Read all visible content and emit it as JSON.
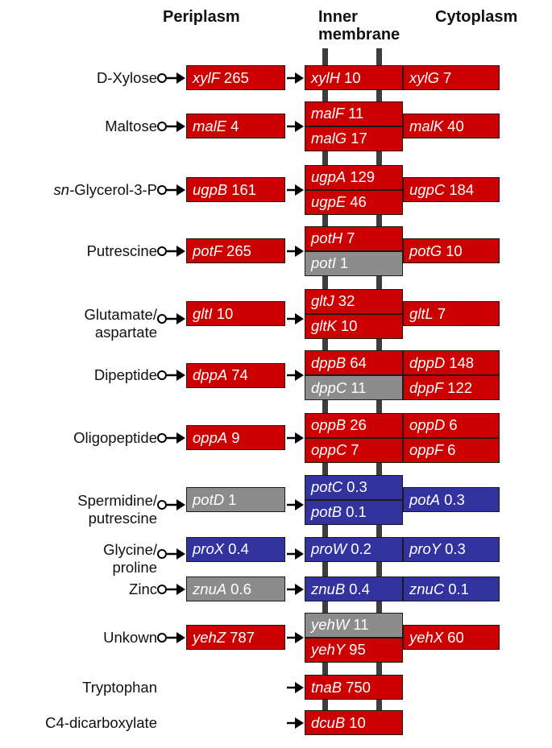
{
  "headers": {
    "periplasm": "Periplasm",
    "inner_line1": "Inner",
    "inner_line2": "membrane",
    "cytoplasm": "Cytoplasm"
  },
  "colors": {
    "red": "#cc0000",
    "blue": "#3333a0",
    "gray": "#8c8c8c"
  },
  "rows": [
    {
      "substrate": [
        "D-Xylose"
      ],
      "peri": [
        {
          "gene": "xylF",
          "value": "265",
          "color": "red"
        }
      ],
      "inner": [
        {
          "gene": "xylH",
          "value": "10",
          "color": "red"
        }
      ],
      "cyto": [
        {
          "gene": "xylG",
          "value": "7",
          "color": "red"
        }
      ]
    },
    {
      "substrate": [
        "Maltose"
      ],
      "peri": [
        {
          "gene": "malE",
          "value": "4",
          "color": "red"
        }
      ],
      "inner": [
        {
          "gene": "malF",
          "value": "11",
          "color": "red"
        },
        {
          "gene": "malG",
          "value": "17",
          "color": "red"
        }
      ],
      "cyto": [
        {
          "gene": "malK",
          "value": "40",
          "color": "red"
        }
      ]
    },
    {
      "substrate": [
        "Glycerol-3-P"
      ],
      "substrate_prefix": "sn-",
      "peri": [
        {
          "gene": "ugpB",
          "value": "161",
          "color": "red"
        }
      ],
      "inner": [
        {
          "gene": "ugpA",
          "value": "129",
          "color": "red"
        },
        {
          "gene": "ugpE",
          "value": "46",
          "color": "red"
        }
      ],
      "cyto": [
        {
          "gene": "ugpC",
          "value": "184",
          "color": "red"
        }
      ]
    },
    {
      "substrate": [
        "Putrescine"
      ],
      "peri": [
        {
          "gene": "potF",
          "value": "265",
          "color": "red"
        }
      ],
      "inner": [
        {
          "gene": "potH",
          "value": "7",
          "color": "red"
        },
        {
          "gene": "potI",
          "value": "1",
          "color": "gray"
        }
      ],
      "cyto": [
        {
          "gene": "potG",
          "value": "10",
          "color": "red"
        }
      ]
    },
    {
      "substrate": [
        "Glutamate/",
        "aspartate"
      ],
      "peri": [
        {
          "gene": "gltI",
          "value": "10",
          "color": "red"
        }
      ],
      "inner": [
        {
          "gene": "gltJ",
          "value": "32",
          "color": "red"
        },
        {
          "gene": "gltK",
          "value": "10",
          "color": "red"
        }
      ],
      "cyto": [
        {
          "gene": "gltL",
          "value": "7",
          "color": "red"
        }
      ]
    },
    {
      "substrate": [
        "Dipeptide"
      ],
      "peri": [
        {
          "gene": "dppA",
          "value": "74",
          "color": "red"
        }
      ],
      "inner": [
        {
          "gene": "dppB",
          "value": "64",
          "color": "red"
        },
        {
          "gene": "dppC",
          "value": "11",
          "color": "gray"
        }
      ],
      "cyto": [
        {
          "gene": "dppD",
          "value": "148",
          "color": "red"
        },
        {
          "gene": "dppF",
          "value": "122",
          "color": "red"
        }
      ]
    },
    {
      "substrate": [
        "Oligopeptide"
      ],
      "peri": [
        {
          "gene": "oppA",
          "value": "9",
          "color": "red"
        }
      ],
      "inner": [
        {
          "gene": "oppB",
          "value": "26",
          "color": "red"
        },
        {
          "gene": "oppC",
          "value": "7",
          "color": "red"
        }
      ],
      "cyto": [
        {
          "gene": "oppD",
          "value": "6",
          "color": "red"
        },
        {
          "gene": "oppF",
          "value": "6",
          "color": "red"
        }
      ]
    },
    {
      "substrate": [
        "Spermidine/",
        "putrescine"
      ],
      "peri": [
        {
          "gene": "potD",
          "value": "1",
          "color": "gray"
        }
      ],
      "inner": [
        {
          "gene": "potC",
          "value": "0.3",
          "color": "blue"
        },
        {
          "gene": "potB",
          "value": "0.1",
          "color": "blue"
        }
      ],
      "cyto": [
        {
          "gene": "potA",
          "value": "0.3",
          "color": "blue"
        }
      ]
    },
    {
      "substrate": [
        "Glycine/",
        "proline"
      ],
      "peri": [
        {
          "gene": "proX",
          "value": "0.4",
          "color": "blue"
        }
      ],
      "inner": [
        {
          "gene": "proW",
          "value": "0.2",
          "color": "blue"
        }
      ],
      "cyto": [
        {
          "gene": "proY",
          "value": "0.3",
          "color": "blue"
        }
      ]
    },
    {
      "substrate": [
        "Zinc"
      ],
      "peri": [
        {
          "gene": "znuA",
          "value": "0.6",
          "color": "gray"
        }
      ],
      "inner": [
        {
          "gene": "znuB",
          "value": "0.4",
          "color": "blue"
        }
      ],
      "cyto": [
        {
          "gene": "znuC",
          "value": "0.1",
          "color": "blue"
        }
      ]
    },
    {
      "substrate": [
        "Unkown"
      ],
      "peri": [
        {
          "gene": "yehZ",
          "value": "787",
          "color": "red"
        }
      ],
      "inner": [
        {
          "gene": "yehW",
          "value": "11",
          "color": "gray"
        },
        {
          "gene": "yehY",
          "value": "95",
          "color": "red"
        }
      ],
      "cyto": [
        {
          "gene": "yehX",
          "value": "60",
          "color": "red"
        }
      ]
    },
    {
      "substrate": [
        "Tryptophan"
      ],
      "peri": [],
      "inner": [
        {
          "gene": "tnaB",
          "value": "750",
          "color": "red"
        }
      ],
      "cyto": []
    },
    {
      "substrate": [
        "C4-dicarboxylate"
      ],
      "peri": [],
      "inner": [
        {
          "gene": "dcuB",
          "value": "10",
          "color": "red"
        }
      ],
      "cyto": []
    }
  ]
}
